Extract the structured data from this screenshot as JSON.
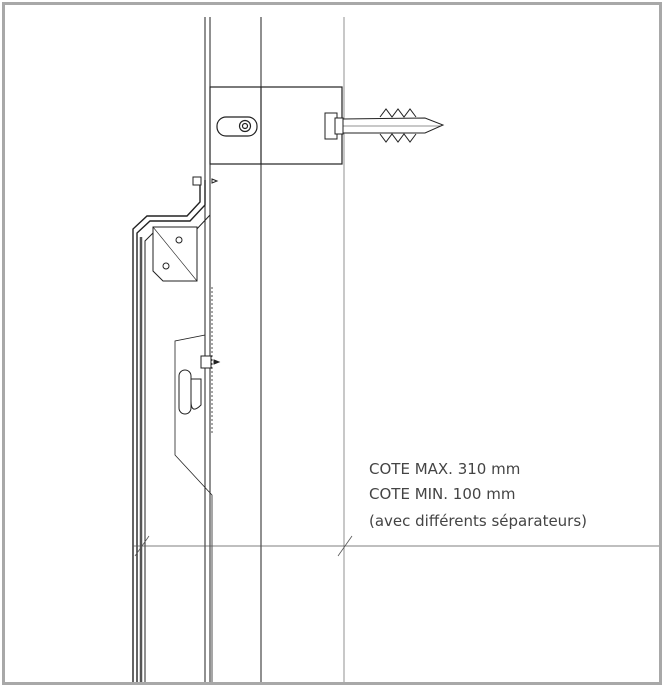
{
  "annotation": {
    "line1": "COTE MAX. 310 mm",
    "line2": "COTE MIN. 100 mm",
    "line3": "(avec différents séparateurs)"
  },
  "colors": {
    "frame_border": "#a8a8a8",
    "line": "#222222",
    "thin_line": "#555555",
    "text": "#444444"
  }
}
